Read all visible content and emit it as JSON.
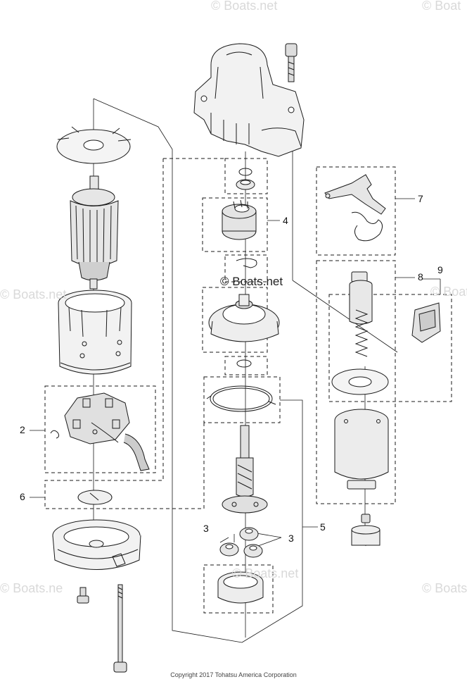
{
  "callouts": {
    "c2": "2",
    "c3a": "3",
    "c3b": "3",
    "c4": "4",
    "c5": "5",
    "c6": "6",
    "c7": "7",
    "c8": "8",
    "c9": "9"
  },
  "watermark": {
    "brand": "© Boats.net",
    "center": "© Boats.net",
    "edge_a": "© Boats",
    "edge_b": "© Boats.ne",
    "edge_c": "© Boats.net",
    "edge_d": "© Boat",
    "edge_e": "© Boat",
    "edge_f": "© Boats.net"
  },
  "copyright": "Copyright 2017 Tohatsu America Corporation",
  "colors": {
    "line": "#1a1a1a",
    "fill_light": "#eeeeee",
    "fill_mid": "#cfcfcf",
    "watermark": "#d9d9d9"
  }
}
